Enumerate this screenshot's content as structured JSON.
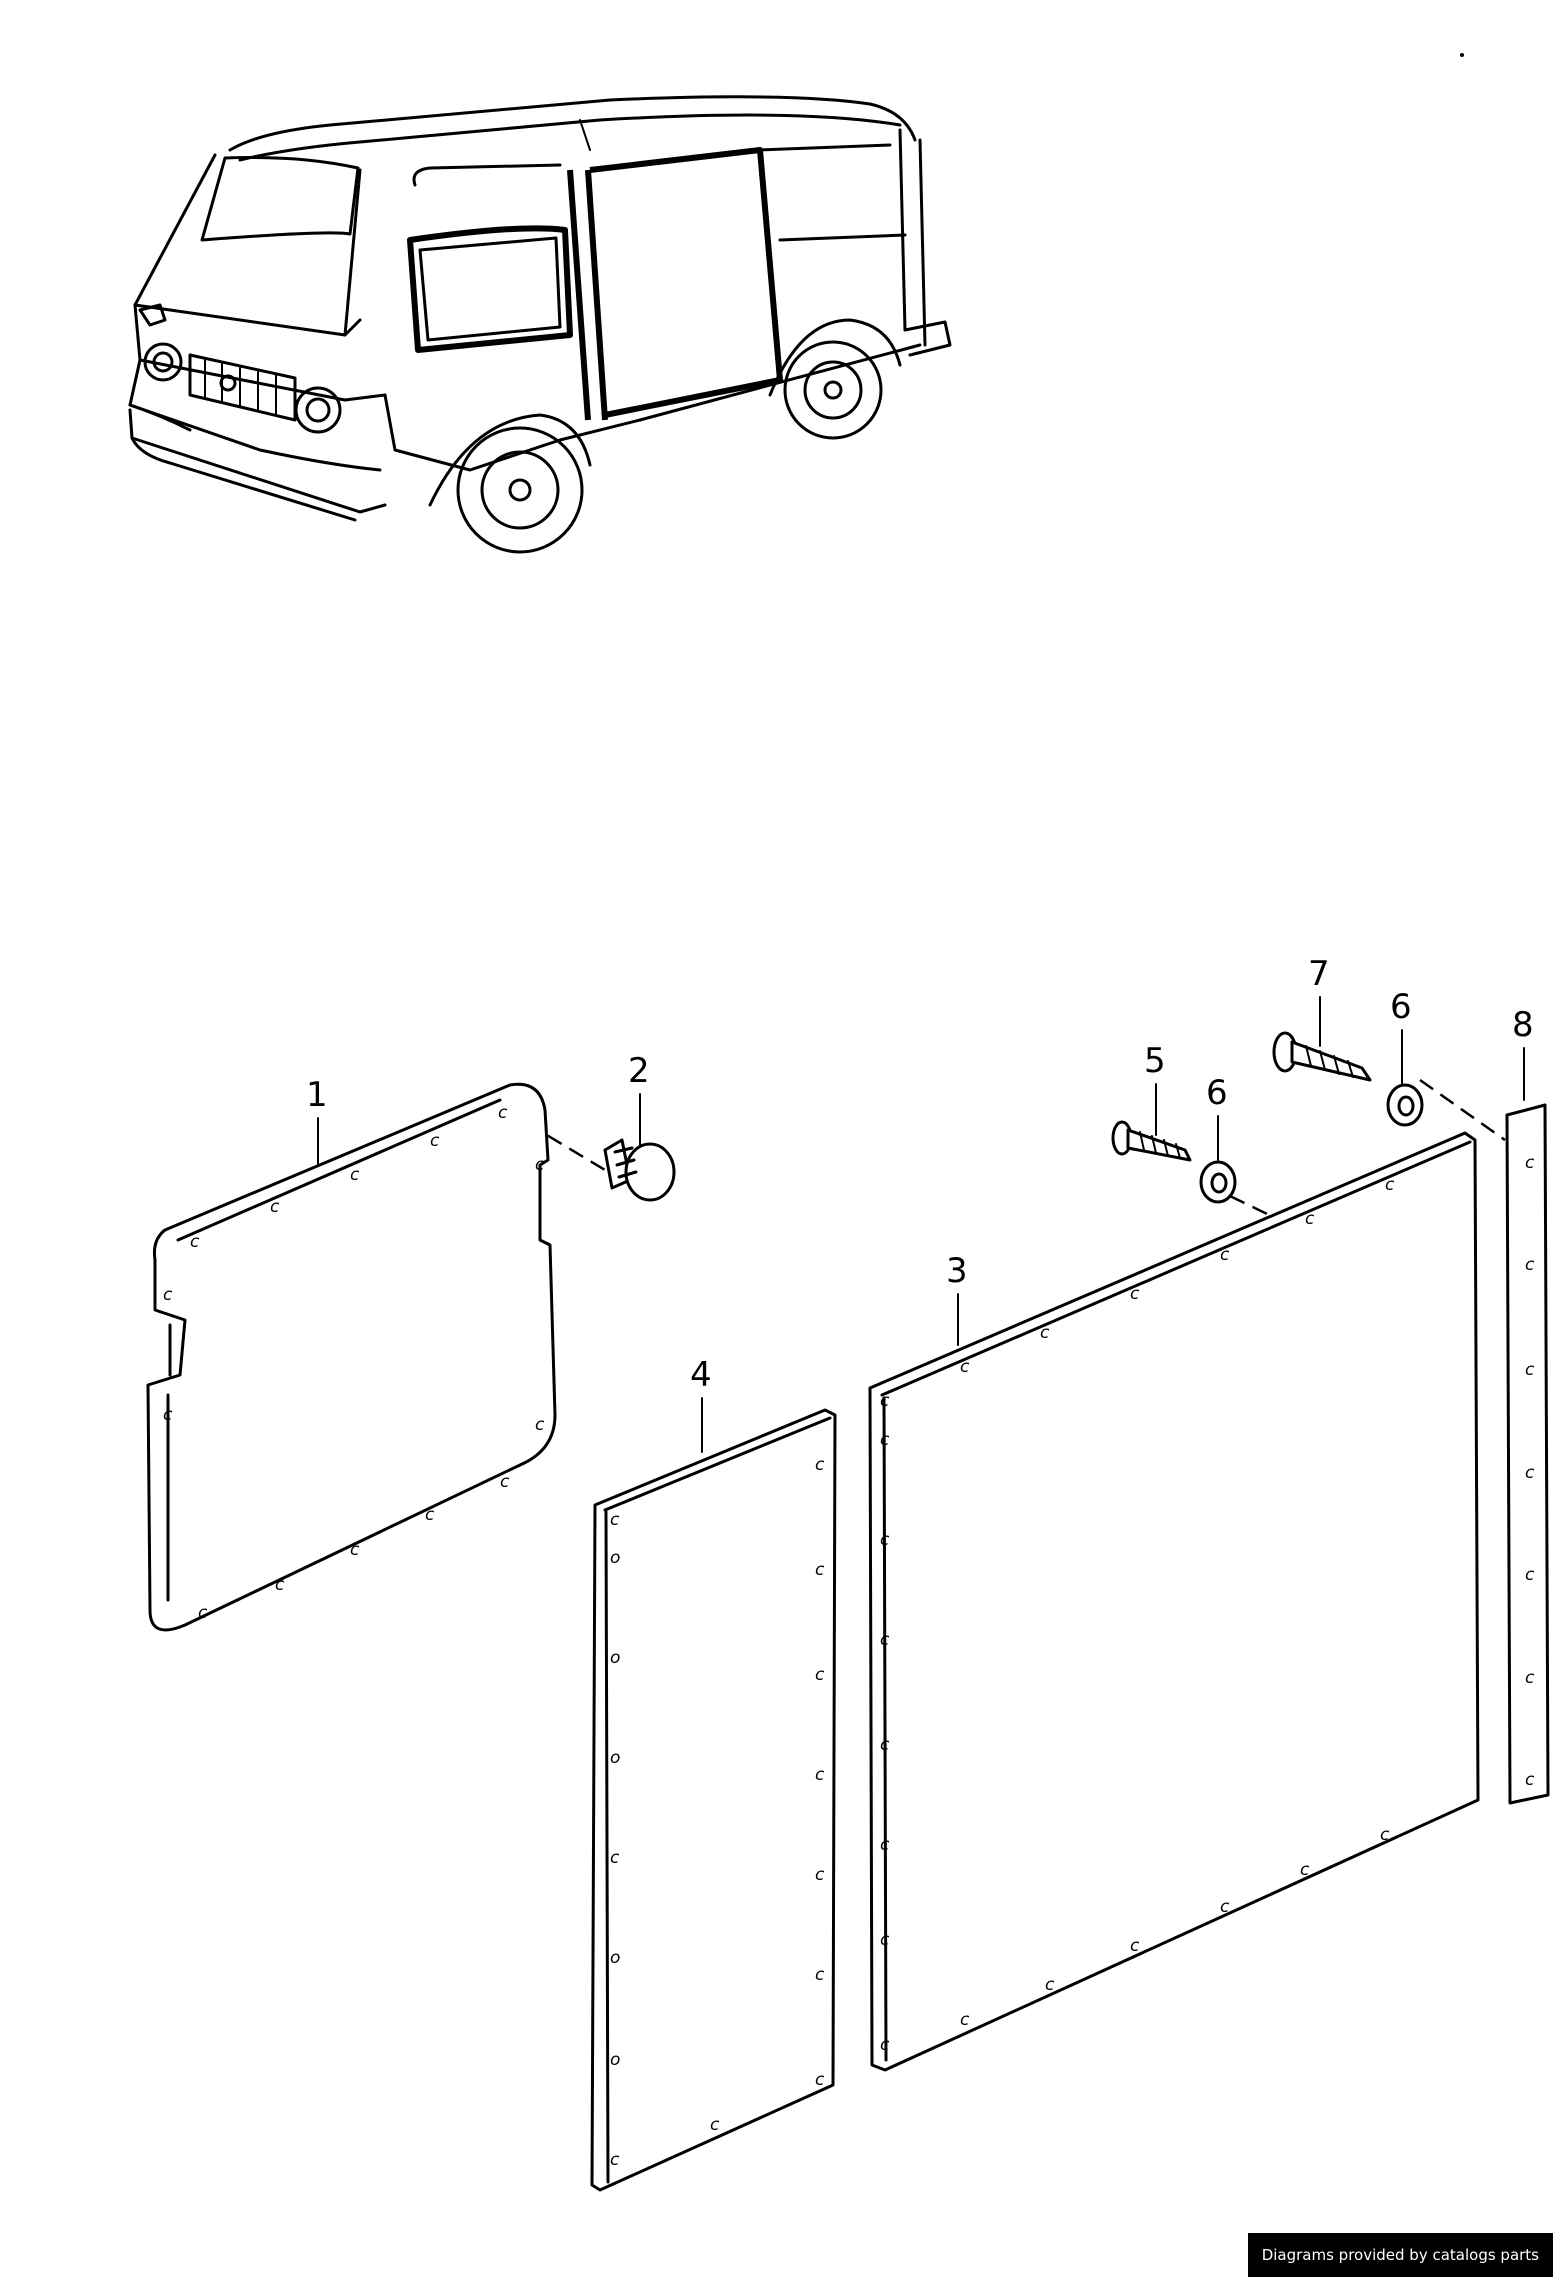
{
  "callouts": [
    {
      "id": "1",
      "label": "1"
    },
    {
      "id": "2",
      "label": "2"
    },
    {
      "id": "3",
      "label": "3"
    },
    {
      "id": "4",
      "label": "4"
    },
    {
      "id": "5",
      "label": "5"
    },
    {
      "id": "6a",
      "label": "6"
    },
    {
      "id": "6b",
      "label": "6"
    },
    {
      "id": "7",
      "label": "7"
    },
    {
      "id": "8",
      "label": "8"
    }
  ],
  "footer": {
    "text": "Diagrams provided by catalogs parts"
  }
}
